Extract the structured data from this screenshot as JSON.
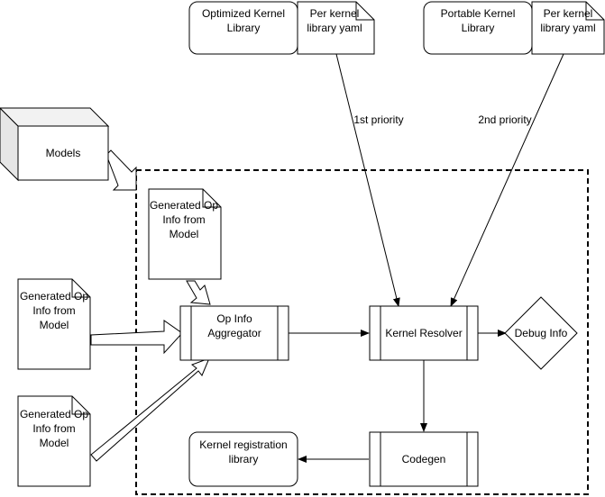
{
  "nodes": {
    "optimized_lib": [
      "Optimized Kernel",
      "Library"
    ],
    "optimized_yaml": [
      "Per kernel",
      "library yaml"
    ],
    "portable_lib": [
      "Portable Kernel",
      "Library"
    ],
    "portable_yaml": [
      "Per kernel",
      "library yaml"
    ],
    "models": [
      "Models"
    ],
    "gen_op_top": [
      "Generated Op",
      "Info from",
      "Model"
    ],
    "gen_op_mid": [
      "Generated Op",
      "Info from",
      "Model"
    ],
    "gen_op_bot": [
      "Generated Op",
      "Info from",
      "Model"
    ],
    "aggregator": [
      "Op Info",
      "Aggregator"
    ],
    "resolver": [
      "Kernel Resolver"
    ],
    "debug": [
      "Debug Info"
    ],
    "codegen": [
      "Codegen"
    ],
    "registration": [
      "Kernel registration",
      "library"
    ]
  },
  "edges": {
    "first_priority": "1st priority",
    "second_priority": "2nd priority"
  },
  "colors": {
    "stroke": "#000000",
    "fill": "#ffffff"
  }
}
